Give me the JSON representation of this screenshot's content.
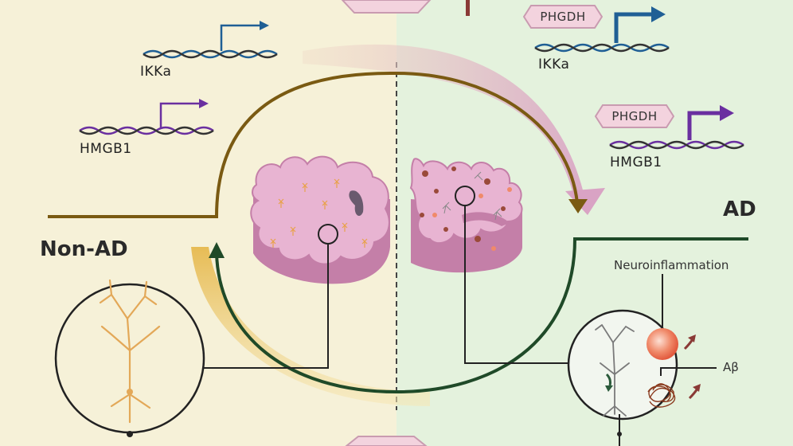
{
  "labels": {
    "non_ad": "Non-AD",
    "ad": "AD",
    "neuroinflammation": "Neuroinflammation",
    "abeta": "Aβ"
  },
  "genes": {
    "left_ikka": "IKKa",
    "left_hmgb1": "HMGB1",
    "right_ikka": "IKKa",
    "right_hmgb1": "HMGB1",
    "phgdh_top": "PHGDH",
    "phgdh_bottom": "PHGDH"
  },
  "colors": {
    "left_bg": "#f6f1d8",
    "right_bg": "#e4f2dd",
    "brown_arrow": "#7a5a12",
    "green_arrow": "#1f4a28",
    "pink_arrow": "#d9a5c6",
    "gold_arrow": "#e6b94e",
    "ikka_arrow": "#1f5f95",
    "hmgb1_arrow": "#6a2fa0",
    "phgdh_fill": "#f3d3de",
    "phgdh_stroke": "#c99bb0",
    "brain_pink": "#e8b4d2",
    "brain_side": "#c47fa8"
  },
  "icons": [
    "dna-helix",
    "promoter-arrow",
    "brain-slice",
    "neuron",
    "microglia",
    "amyloid-plaque",
    "magnifier-circle"
  ]
}
